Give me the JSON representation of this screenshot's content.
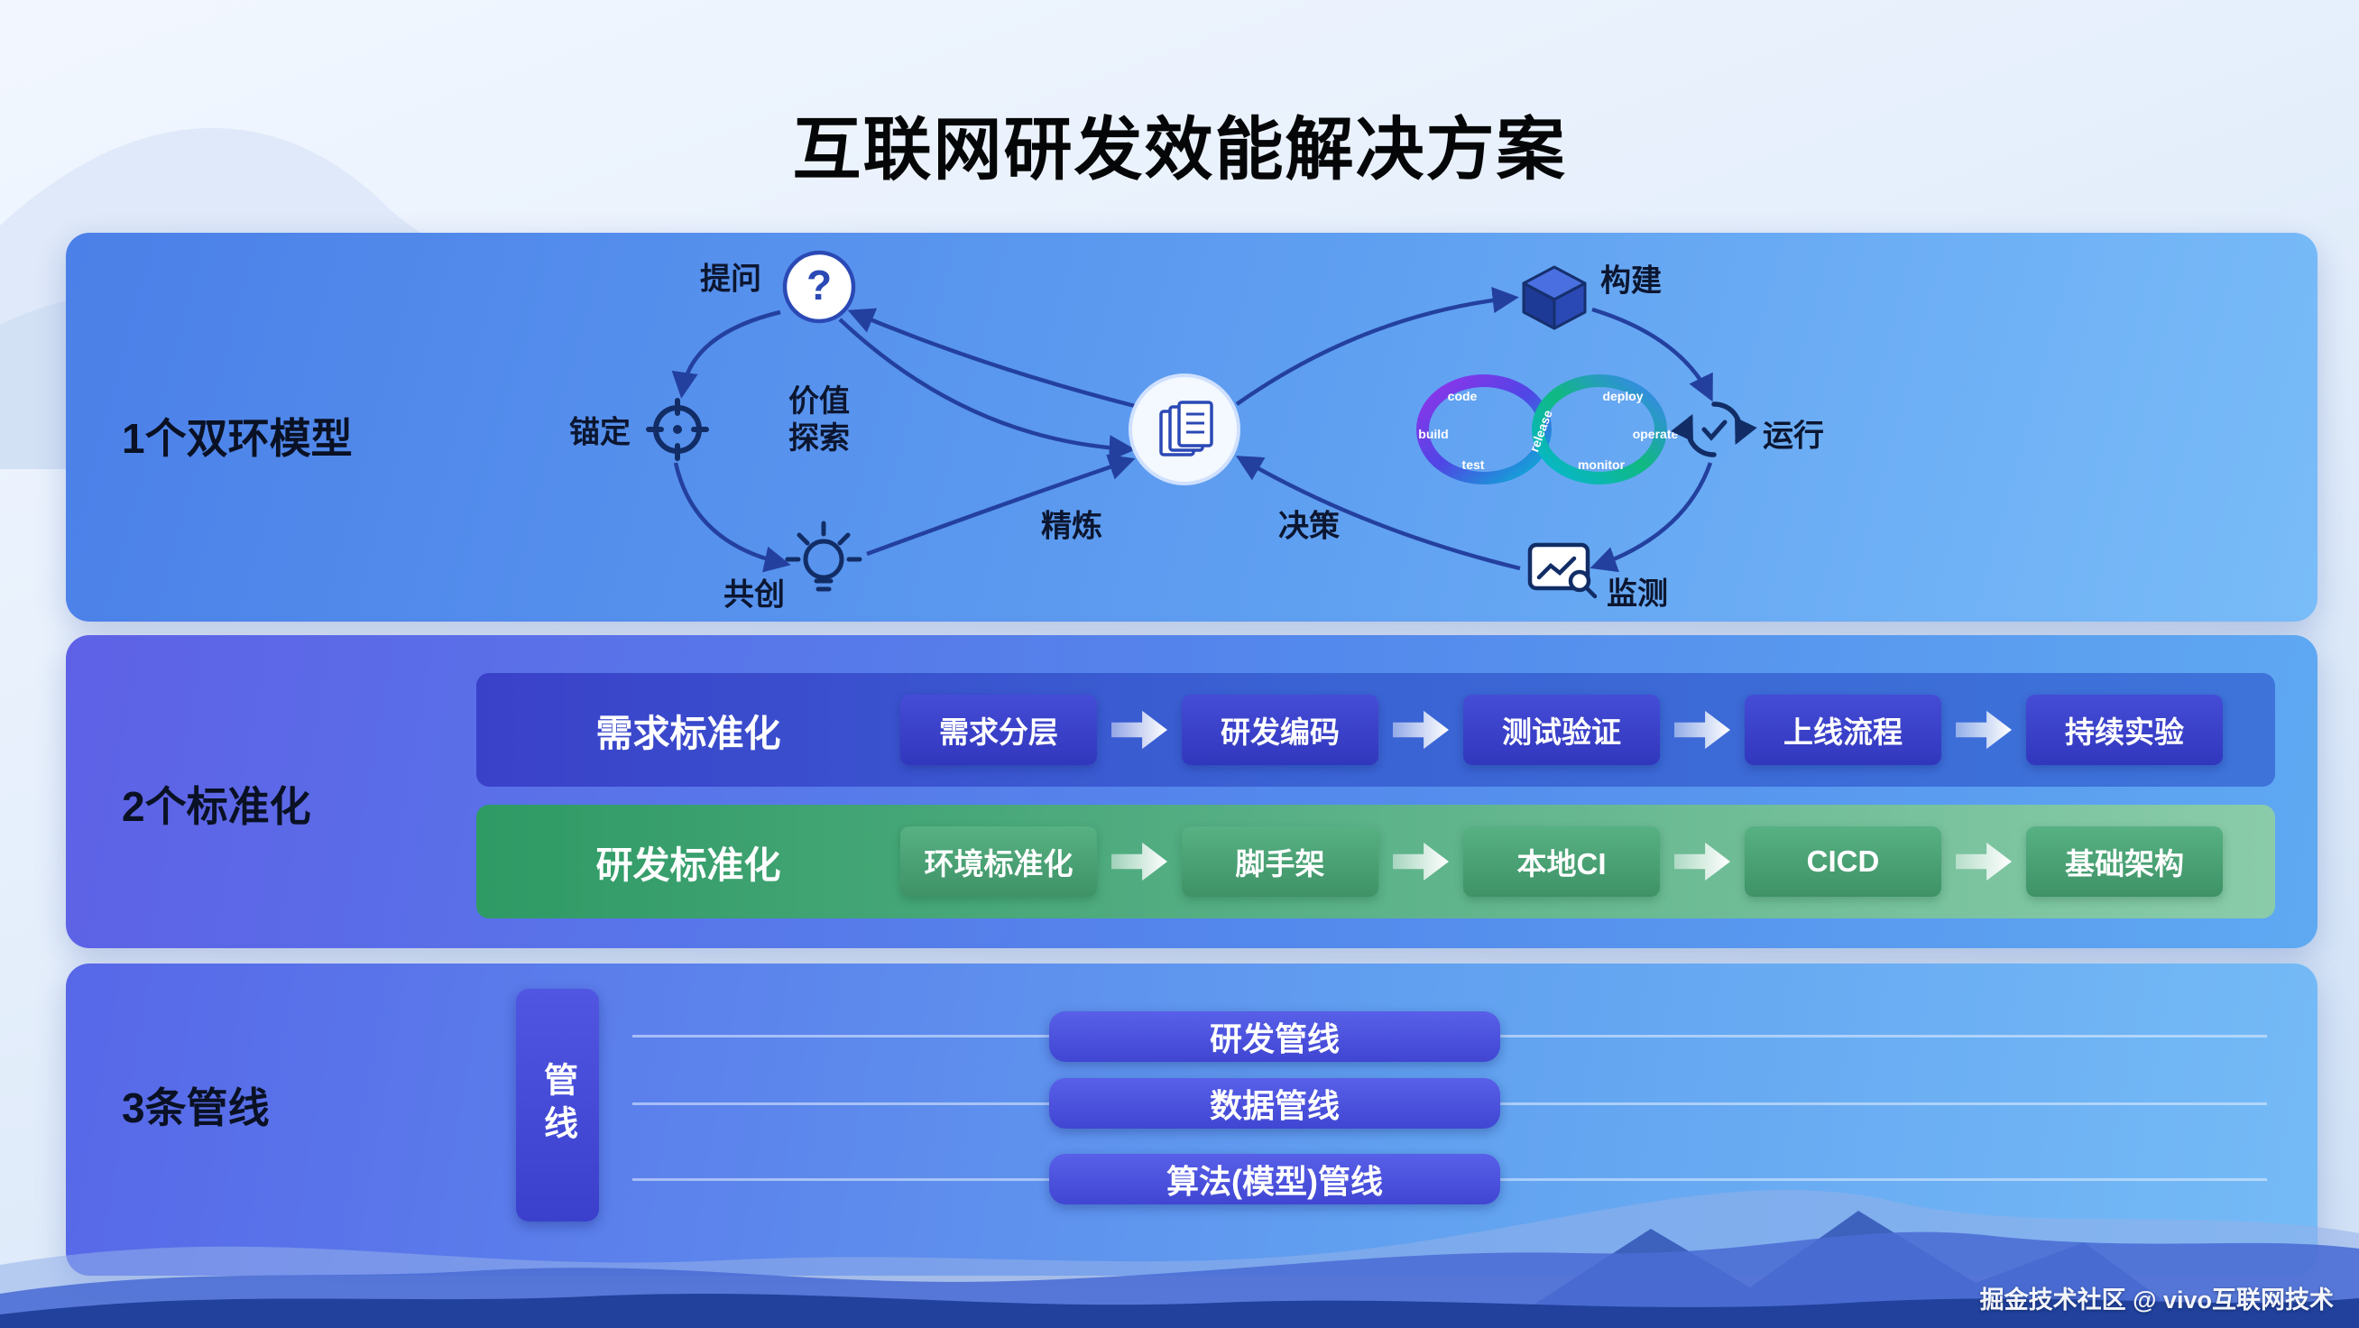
{
  "title": "互联网研发效能解决方案",
  "watermark": "掘金技术社区 @ vivo互联网技术",
  "dual_loop": {
    "section_label": "1个双环模型",
    "question": "提问",
    "qmark": "?",
    "anchor": "锚定",
    "cocreate": "共创",
    "value_line1": "价值",
    "value_line2": "探索",
    "refine": "精炼",
    "decision": "决策",
    "build": "构建",
    "run": "运行",
    "monitor": "监测",
    "devops": [
      "code",
      "build",
      "test",
      "release",
      "deploy",
      "operate",
      "monitor"
    ]
  },
  "standardization": {
    "section_label": "2个标准化",
    "rows": [
      {
        "label": "需求标准化",
        "steps": [
          "需求分层",
          "研发编码",
          "测试验证",
          "上线流程",
          "持续实验"
        ]
      },
      {
        "label": "研发标准化",
        "steps": [
          "环境标准化",
          "脚手架",
          "本地CI",
          "CICD",
          "基础架构"
        ]
      }
    ]
  },
  "pipelines": {
    "section_label": "3条管线",
    "tab": "管线",
    "items": [
      "研发管线",
      "数据管线",
      "算法(模型)管线"
    ]
  },
  "colors": {
    "panel_blue": "#4b80e8",
    "indigo": "#3a41c9",
    "green": "#2e9a64",
    "arrow_navy": "#24409f"
  }
}
